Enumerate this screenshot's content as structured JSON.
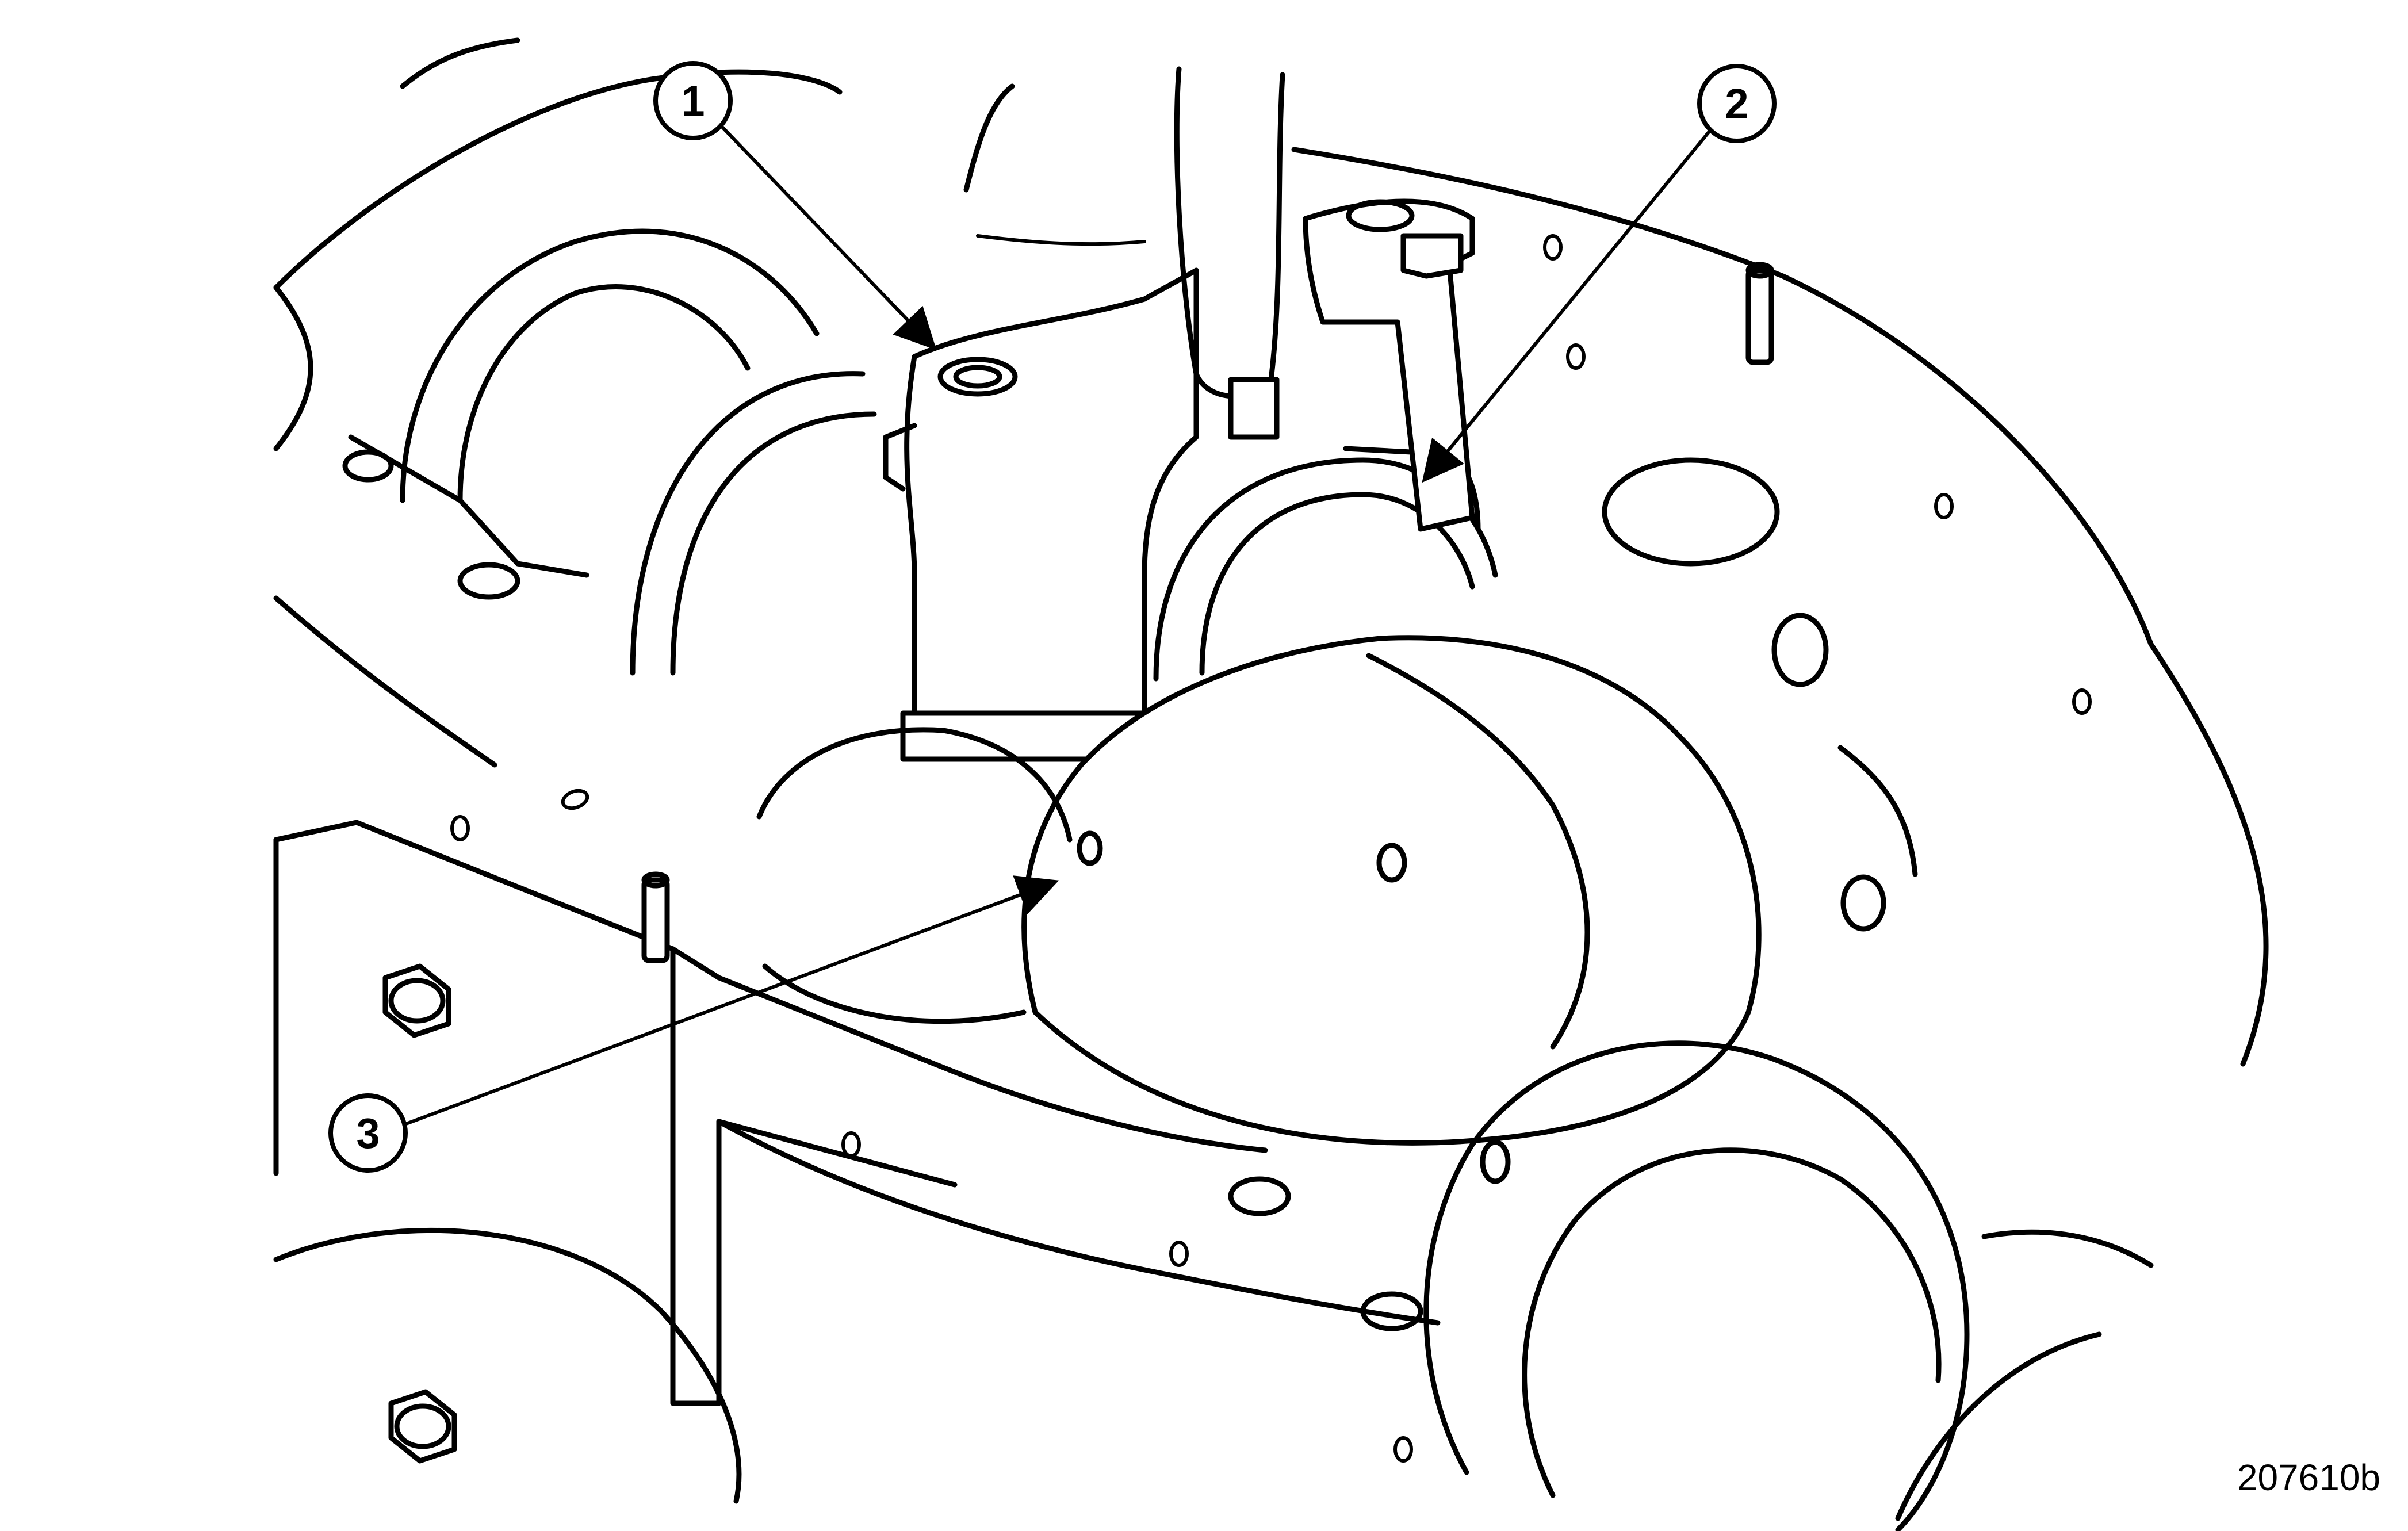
{
  "callouts": [
    {
      "label": "1"
    },
    {
      "label": "2"
    },
    {
      "label": "3"
    }
  ],
  "figure_id": "207610b"
}
